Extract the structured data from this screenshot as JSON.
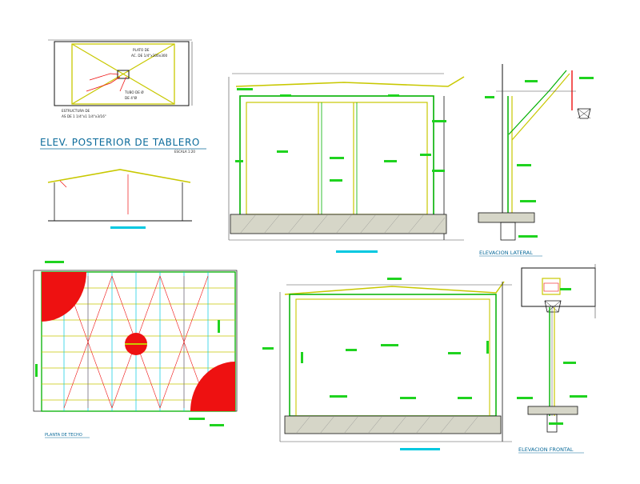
{
  "titles": {
    "posterior": "ELEV. POSTERIOR DE TABLERO",
    "lateral": "ELEVACION LATERAL",
    "frontal": "ELEVACION FRONTAL",
    "planta": "PLANTA DE TECHO"
  },
  "scales": {
    "posterior": "ESCALA 1:20"
  },
  "notes": {
    "plato_1": "PLATO DE",
    "plato_2": "AC. DE 1/4\"x300x300",
    "tubo_1": "TUBO DE Ø",
    "tubo_2": "DE 4\"Ø",
    "estructura_1": "ESTRUCTURA DE",
    "estructura_2": "AS DE 1 1/4\"x1 1/4\"x3/16\""
  },
  "colors": {
    "background": "#ffffff",
    "outline": "#c8c800",
    "frame": "#00b000",
    "red": "#ee1111",
    "dim": "#4a4a4a",
    "text_block": "#1fd31f",
    "cyan": "#00c8e0",
    "black": "#111111"
  }
}
